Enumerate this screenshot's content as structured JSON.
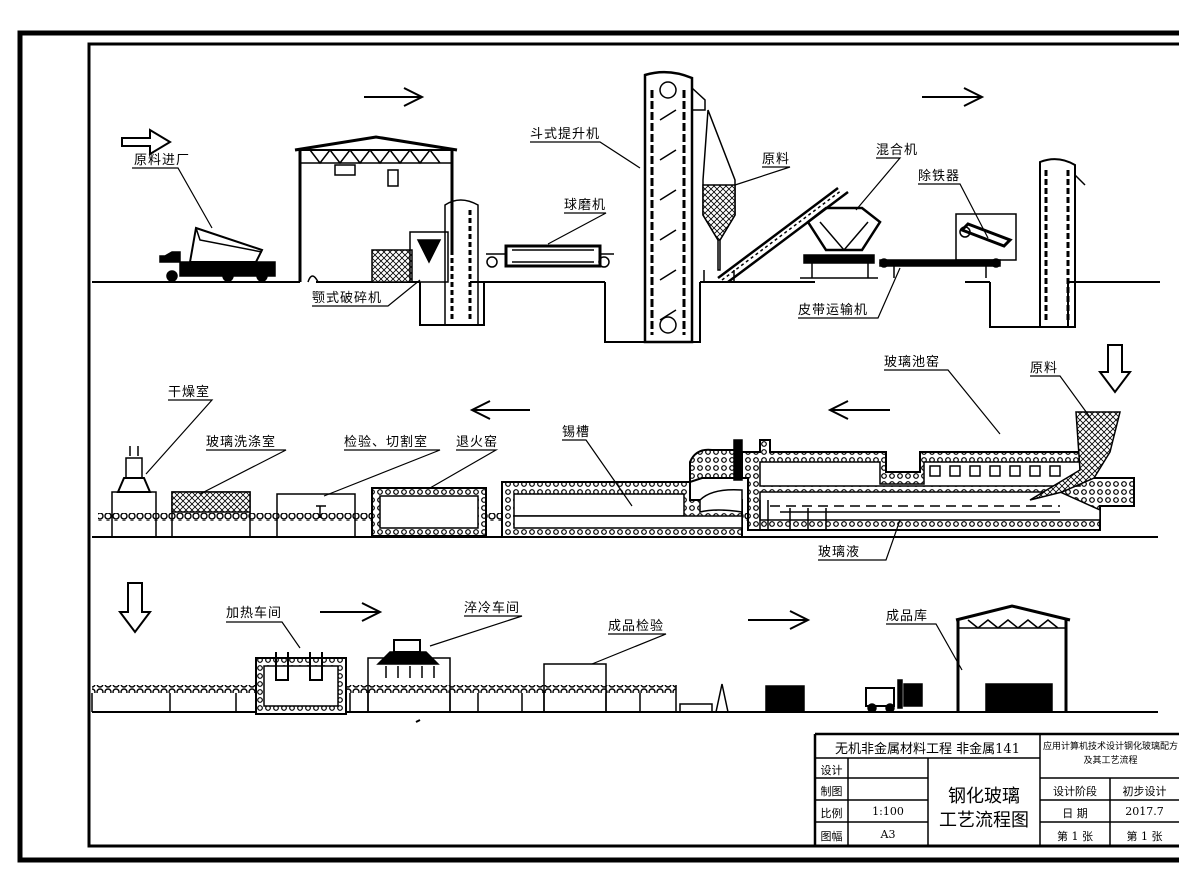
{
  "labels": {
    "raw_material_in": "原料进厂",
    "jaw_crusher": "颚式破碎机",
    "ball_mill": "球磨机",
    "bucket_elevator": "斗式提升机",
    "raw_material_1": "原料",
    "mixer": "混合机",
    "iron_remover": "除铁器",
    "belt_conveyor": "皮带运输机",
    "glass_furnace": "玻璃池窑",
    "raw_material_2": "原料",
    "drying_room": "干燥室",
    "washing_room": "玻璃洗涤室",
    "inspection_cutting": "检验、切割室",
    "annealing_kiln": "退火窑",
    "tin_bath": "锡槽",
    "glass_liquid": "玻璃液",
    "heating_workshop": "加热车间",
    "quenching_workshop": "淬冷车间",
    "product_inspection": "成品检验",
    "product_warehouse": "成品库"
  },
  "title_block": {
    "header": "无机非金属材料工程  非金属141",
    "project": "应用计算机技术设计钢化玻璃配方及其工艺流程",
    "drawing_title_line1": "钢化玻璃",
    "drawing_title_line2": "工艺流程图",
    "rows": [
      {
        "label": "设计",
        "value": ""
      },
      {
        "label": "制图",
        "value": ""
      },
      {
        "label": "比例",
        "value": "1:100"
      },
      {
        "label": "图幅",
        "value": "A3"
      }
    ],
    "stage_label": "设计阶段",
    "stage_value": "初步设计",
    "date_label": "日  期",
    "date_value": "2017.7",
    "sheet_of": "第 1 张",
    "sheet_num": "第 1 张"
  }
}
